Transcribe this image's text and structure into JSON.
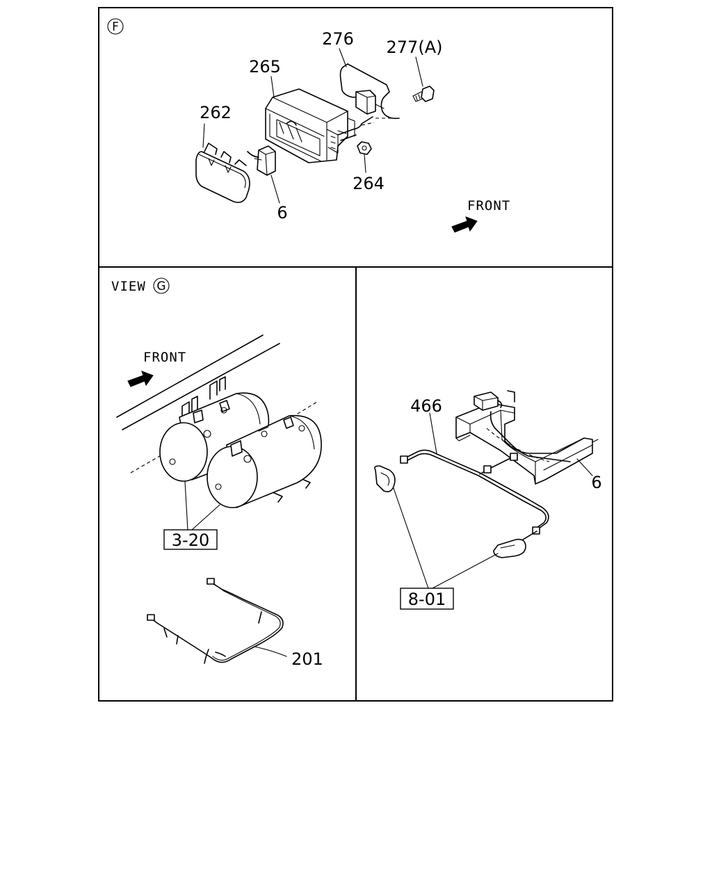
{
  "panels": {
    "top": {
      "view_marker": "F",
      "front_label": "FRONT",
      "callouts": {
        "p262": "262",
        "p265": "265",
        "p276": "276",
        "p277": "277(A)",
        "p264": "264",
        "p6": "6"
      }
    },
    "bottom_left": {
      "view_prefix": "VIEW",
      "view_marker": "G",
      "front_label": "FRONT",
      "callouts": {
        "ref_3_20": "3-20",
        "p201": "201"
      }
    },
    "bottom_right": {
      "callouts": {
        "p466": "466",
        "p6": "6",
        "ref_8_01": "8-01"
      }
    }
  }
}
